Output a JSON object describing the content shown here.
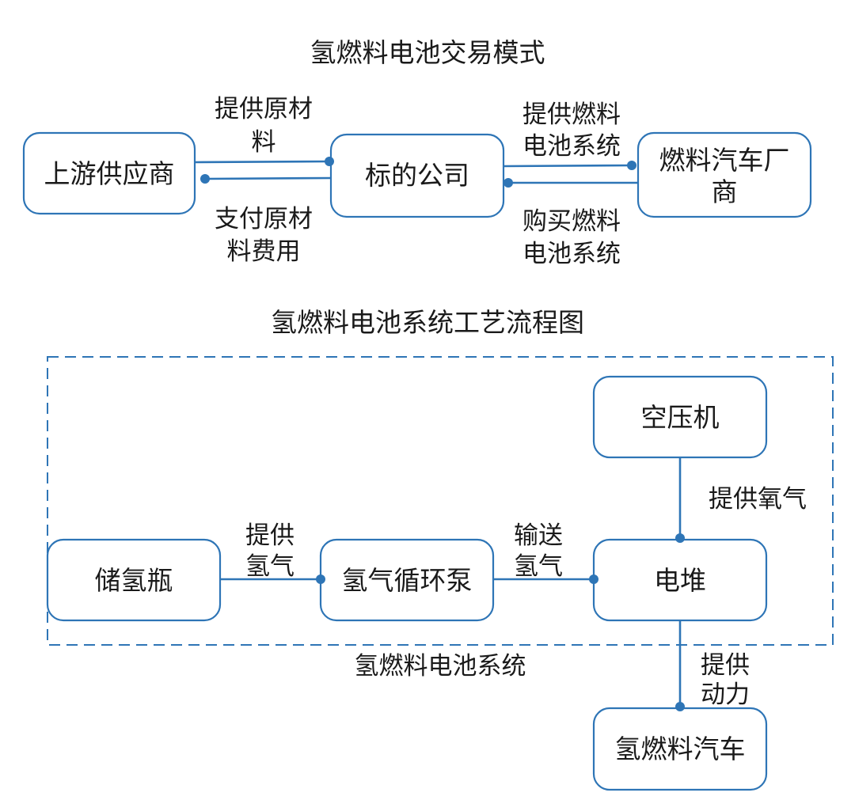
{
  "trading_model": {
    "title": "氢燃料电池交易模式",
    "nodes": {
      "upstream": "上游供应商",
      "target_company": "标的公司",
      "oem": [
        "燃料汽车厂",
        "商"
      ]
    },
    "edges": {
      "supply_materials": [
        "提供原材",
        "料"
      ],
      "pay_materials": [
        "支付原材",
        "料费用"
      ],
      "supply_system": [
        "提供燃料",
        "电池系统"
      ],
      "buy_system": [
        "购买燃料",
        "电池系统"
      ]
    }
  },
  "process_flow": {
    "title": "氢燃料电池系统工艺流程图",
    "system_label": "氢燃料电池系统",
    "nodes": {
      "tank": "储氢瓶",
      "pump": "氢气循环泵",
      "stack": "电堆",
      "compressor": "空压机",
      "vehicle": "氢燃料汽车"
    },
    "edges": {
      "supply_h2": [
        "提供",
        "氢气"
      ],
      "deliver_h2": [
        "输送",
        "氢气"
      ],
      "supply_o2": "提供氧气",
      "supply_power": [
        "提供",
        "动力"
      ]
    }
  }
}
